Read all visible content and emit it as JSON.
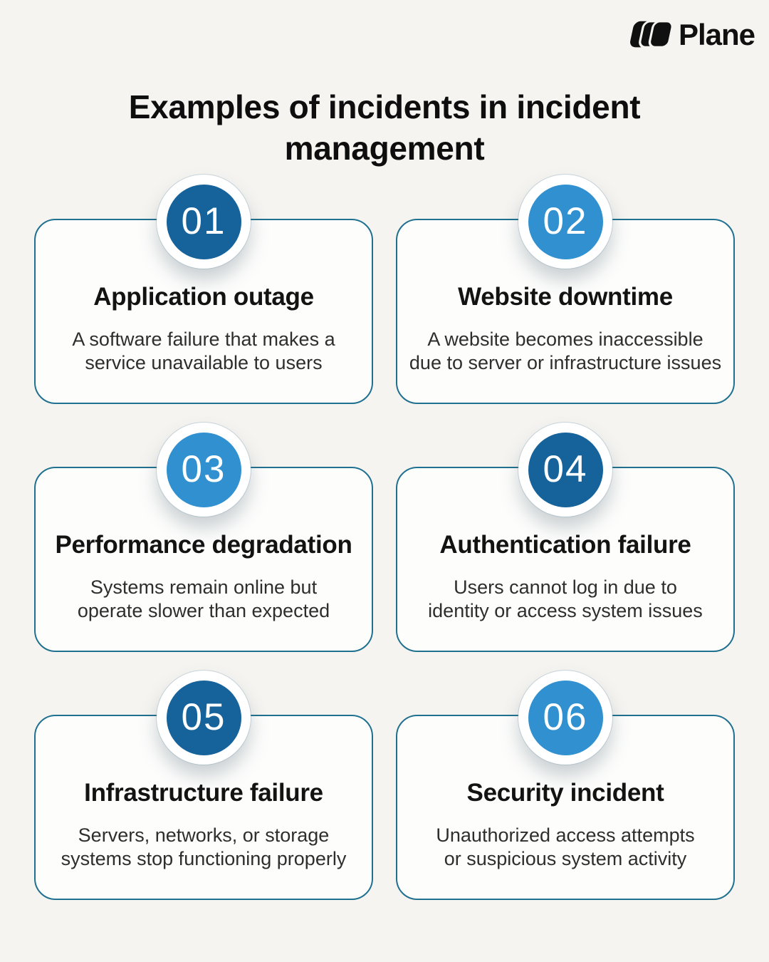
{
  "header": {
    "logo": {
      "text": "Plane"
    }
  },
  "title": {
    "line1": "Examples of incidents in incident",
    "line2": "management"
  },
  "colors": {
    "background": "#f5f4f1",
    "card_background": "#fdfdfc",
    "card_border": "#20708f",
    "dark_blue": "#16639c",
    "light_blue": "#3191d0",
    "text_primary": "#111111",
    "text_secondary": "#2e2e2e",
    "logo_black": "#101010"
  },
  "cards": [
    {
      "number": "01",
      "badge_style": "dark",
      "title": "Application outage",
      "description": [
        "A software failure that makes a",
        "service unavailable to users"
      ]
    },
    {
      "number": "02",
      "badge_style": "light",
      "title": "Website downtime",
      "description": [
        "A website becomes inaccessible",
        "due to server or infrastructure issues"
      ]
    },
    {
      "number": "03",
      "badge_style": "light",
      "title": "Performance degradation",
      "description": [
        "Systems remain online but",
        "operate slower than expected"
      ]
    },
    {
      "number": "04",
      "badge_style": "dark",
      "title": "Authentication failure",
      "description": [
        "Users cannot log in due to",
        "identity or access system issues"
      ]
    },
    {
      "number": "05",
      "badge_style": "dark",
      "title": "Infrastructure failure",
      "description": [
        "Servers, networks, or storage",
        "systems stop functioning properly"
      ]
    },
    {
      "number": "06",
      "badge_style": "light",
      "title": "Security incident",
      "description": [
        "Unauthorized access attempts",
        "or suspicious system activity"
      ]
    }
  ]
}
